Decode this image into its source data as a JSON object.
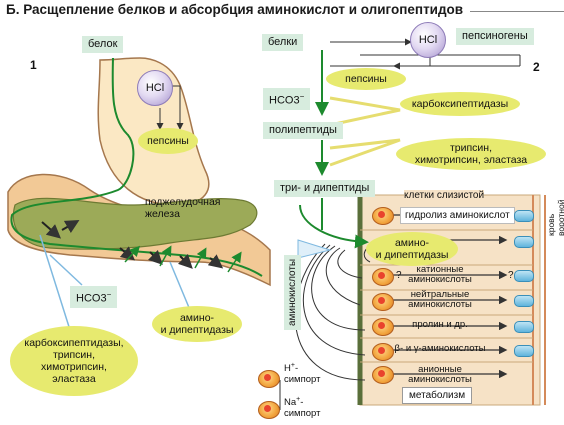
{
  "title": "Б. Расщепление белков и абсорбция аминокислот и олигопептидов",
  "panel1": {
    "number": "1",
    "protein": "белок",
    "hcl": "HCl",
    "pepsins": "пепсины",
    "pancreas": "поджелудочная\nжелеза",
    "hco3": "HCO3",
    "hco3_sup": "−",
    "products": "амино-\nи дипептидазы",
    "enzymes": "карбоксипептидазы,\nтрипсин,\nхимотрипсин,\nэластаза"
  },
  "panel2": {
    "number": "2",
    "proteins": "белки",
    "hcl": "HCl",
    "pepsinogens": "пепсиногены",
    "pepsins": "пепсины",
    "hco3": "HCO3",
    "hco3_sup": "−",
    "carboxypeptidases": "карбоксипептидазы",
    "polypeptides": "полипептиды",
    "trypsin": "трипсин,\nхимотрипсин, эластаза",
    "tri_dipeptides": "три- и дипептиды",
    "mucosa_cells": "клетки слизистой",
    "hydrolysis": "гидролиз аминокислот",
    "blood": "кровь\nворотной\nвены",
    "amino_dipeptidases": "амино-\nи дипептидазы",
    "amino_acids": "аминокислоты",
    "cationic": "катионные\nаминокислоты",
    "neutral": "нейтральные\nаминокислоты",
    "proline": "пролин и др.",
    "beta_gamma": "β- и γ-аминокислоты",
    "anionic": "анионные\nаминокислоты",
    "metabolism": "метаболизм",
    "h_symport_ion": "H",
    "h_symport_sup": "+",
    "h_symport": "-\nсимпорт",
    "na_symport_ion": "Na",
    "na_symport_sup": "+",
    "na_symport": "-\nсимпорт",
    "question": "?"
  },
  "colors": {
    "green_box": "#d7ecde",
    "yellow_ellipse": "#e7ea6f",
    "arrow_green": "#1d8a2e",
    "stomach": "#fbe8c4",
    "pancreas": "#9caa58",
    "cell": "#f6e2c6"
  }
}
